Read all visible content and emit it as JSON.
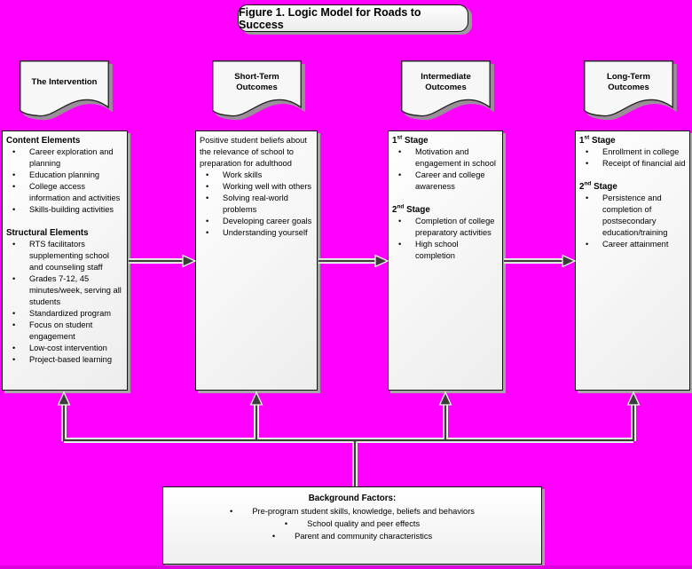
{
  "figure": {
    "title": "Figure 1. Logic Model for Roads to Success"
  },
  "ui": {
    "bullet_char": "•"
  },
  "colors": {
    "background": "#ff00ff",
    "box_border": "#111111",
    "box_shadow": "#a6a6a6",
    "connector": "#3d3d3d",
    "connector_halo": "#eef7ec"
  },
  "headers": [
    {
      "label": "The Intervention"
    },
    {
      "label": "Short-Term\nOutcomes"
    },
    {
      "label": "Intermediate\nOutcomes"
    },
    {
      "label": "Long-Term\nOutcomes"
    }
  ],
  "columns": {
    "intervention": [
      {
        "t": "h",
        "text": "Content Elements"
      },
      {
        "t": "b",
        "text": "Career exploration and planning"
      },
      {
        "t": "b",
        "text": "Education planning"
      },
      {
        "t": "b",
        "text": "College access information and activities"
      },
      {
        "t": "b",
        "text": "Skills-building activities"
      },
      {
        "t": "gap"
      },
      {
        "t": "h",
        "text": "Structural Elements"
      },
      {
        "t": "b",
        "text": "RTS facilitators supplementing school and counseling staff"
      },
      {
        "t": "b",
        "text": "Grades 7-12, 45 minutes/week, serving all students"
      },
      {
        "t": "b",
        "text": "Standardized program"
      },
      {
        "t": "b",
        "text": "Focus on student engagement"
      },
      {
        "t": "b",
        "text": "Low-cost intervention"
      },
      {
        "t": "b",
        "text": "Project-based learning"
      }
    ],
    "short_term": [
      {
        "t": "p",
        "text": "Positive student beliefs about the relevance of school to preparation for adulthood"
      },
      {
        "t": "b",
        "text": "Work skills"
      },
      {
        "t": "b",
        "text": "Working well with others"
      },
      {
        "t": "b",
        "text": "Solving real-world problems"
      },
      {
        "t": "b",
        "text": "Developing career goals"
      },
      {
        "t": "b",
        "text": "Understanding yourself"
      }
    ],
    "intermediate": [
      {
        "t": "h",
        "num": "1",
        "sup": "st",
        "text": " Stage"
      },
      {
        "t": "b",
        "text": "Motivation and engagement in school"
      },
      {
        "t": "b",
        "text": "Career and college awareness"
      },
      {
        "t": "gap"
      },
      {
        "t": "h",
        "num": "2",
        "sup": "nd",
        "text": " Stage"
      },
      {
        "t": "b",
        "text": "Completion of college preparatory activities"
      },
      {
        "t": "b",
        "text": "High school completion"
      }
    ],
    "long_term": [
      {
        "t": "h",
        "num": "1",
        "sup": "st",
        "text": " Stage"
      },
      {
        "t": "b",
        "text": "Enrollment in college"
      },
      {
        "t": "b",
        "text": "Receipt of financial aid"
      },
      {
        "t": "gap"
      },
      {
        "t": "h",
        "num": "2",
        "sup": "nd",
        "text": " Stage"
      },
      {
        "t": "b",
        "text": "Persistence and completion of postsecondary education/training"
      },
      {
        "t": "b",
        "text": "Career attainment"
      }
    ],
    "background_factors": [
      {
        "t": "h",
        "text": "Background Factors:"
      },
      {
        "t": "b",
        "text": "Pre-program student skills, knowledge, beliefs and behaviors"
      },
      {
        "t": "b",
        "text": "School quality and peer effects"
      },
      {
        "t": "b",
        "text": "Parent and community characteristics"
      }
    ]
  }
}
